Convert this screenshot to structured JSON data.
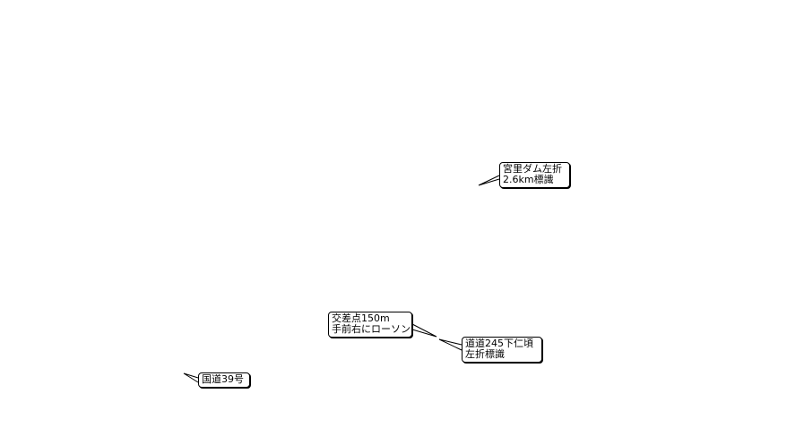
{
  "map": {
    "background_color": "#ffffff",
    "line_color": "#000000",
    "callouts": [
      {
        "id": "miyasato-dam",
        "lines": [
          "宮里ダム左折",
          "2.6km標識"
        ]
      },
      {
        "id": "intersection-lawson",
        "lines": [
          "交差点150m",
          "手前右にローソン"
        ]
      },
      {
        "id": "route245-shimoni",
        "lines": [
          "道道245下仁頃",
          "左折標識"
        ]
      },
      {
        "id": "route39",
        "lines": [
          "国道39号"
        ]
      }
    ]
  }
}
